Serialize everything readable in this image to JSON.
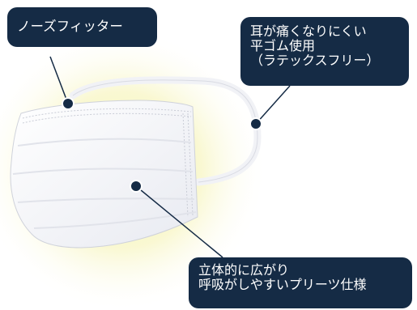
{
  "callouts": {
    "nose_fitter": {
      "lines": [
        "ノーズフィッター"
      ]
    },
    "ear_loops": {
      "lines": [
        "耳が痛くなりにくい",
        "平ゴム使用",
        "（ラテックスフリー）"
      ]
    },
    "pleats": {
      "lines": [
        "立体的に広がり",
        "呼吸がしやすいプリーツ仕様"
      ]
    }
  },
  "colors": {
    "callout_background": "#152b45",
    "callout_text": "#ffffff",
    "glow": "#f4f2a8",
    "mask_body": "#f3f4f8",
    "mask_edge": "#c9ccd6"
  }
}
